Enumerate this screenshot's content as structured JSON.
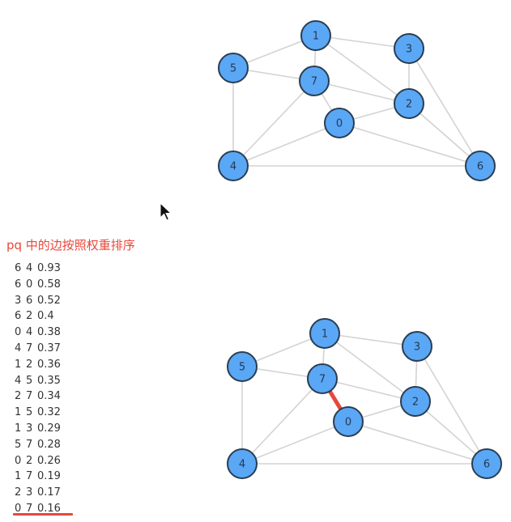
{
  "pq_title": "pq 中的边按照权重排序",
  "edges_sorted": [
    {
      "v": "6",
      "w": "4",
      "weight": "0.93"
    },
    {
      "v": "6",
      "w": "0",
      "weight": "0.58"
    },
    {
      "v": "3",
      "w": "6",
      "weight": "0.52"
    },
    {
      "v": "6",
      "w": "2",
      "weight": "0.4"
    },
    {
      "v": "0",
      "w": "4",
      "weight": "0.38"
    },
    {
      "v": "4",
      "w": "7",
      "weight": "0.37"
    },
    {
      "v": "1",
      "w": "2",
      "weight": "0.36"
    },
    {
      "v": "4",
      "w": "5",
      "weight": "0.35"
    },
    {
      "v": "2",
      "w": "7",
      "weight": "0.34"
    },
    {
      "v": "1",
      "w": "5",
      "weight": "0.32"
    },
    {
      "v": "1",
      "w": "3",
      "weight": "0.29"
    },
    {
      "v": "5",
      "w": "7",
      "weight": "0.28"
    },
    {
      "v": "0",
      "w": "2",
      "weight": "0.26"
    },
    {
      "v": "1",
      "w": "7",
      "weight": "0.19"
    },
    {
      "v": "2",
      "w": "3",
      "weight": "0.17"
    },
    {
      "v": "0",
      "w": "7",
      "weight": "0.16"
    }
  ],
  "graph_edges": [
    [
      "1",
      "5"
    ],
    [
      "1",
      "7"
    ],
    [
      "1",
      "3"
    ],
    [
      "1",
      "2"
    ],
    [
      "5",
      "7"
    ],
    [
      "5",
      "4"
    ],
    [
      "7",
      "2"
    ],
    [
      "7",
      "0"
    ],
    [
      "7",
      "4"
    ],
    [
      "3",
      "2"
    ],
    [
      "3",
      "6"
    ],
    [
      "2",
      "0"
    ],
    [
      "2",
      "6"
    ],
    [
      "0",
      "4"
    ],
    [
      "0",
      "6"
    ],
    [
      "4",
      "6"
    ]
  ],
  "highlighted_edge": [
    "0",
    "7"
  ],
  "colors": {
    "node_fill": "#5aa7f5",
    "node_stroke": "#2a3e52",
    "edge": "#d3d3d3",
    "highlight": "#e8483b",
    "title": "#e8483b"
  }
}
